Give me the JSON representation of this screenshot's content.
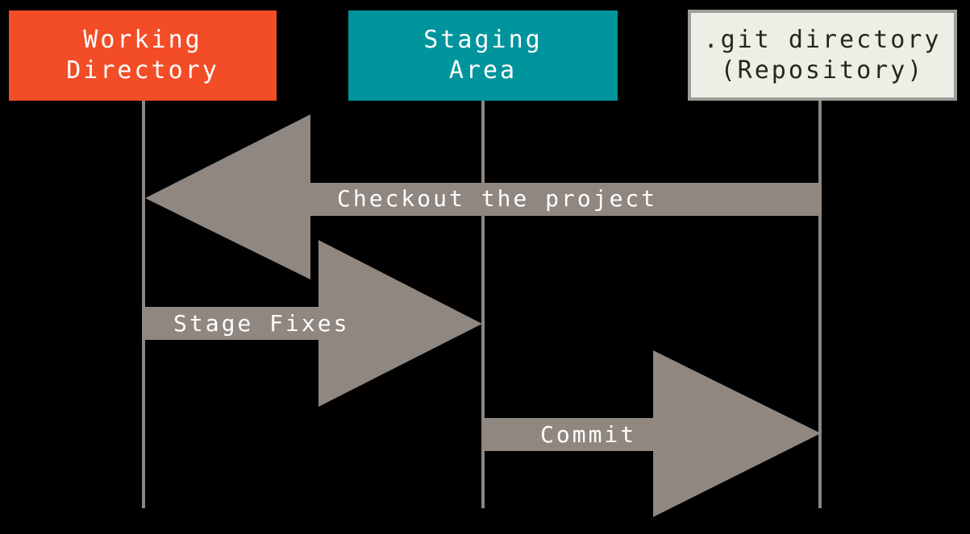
{
  "diagram": {
    "background": "#000000",
    "boxes": [
      {
        "id": "working-directory",
        "line1": "Working",
        "line2": "Directory",
        "fill": "#f24d27",
        "text_color": "#ffffff"
      },
      {
        "id": "staging-area",
        "line1": "Staging",
        "line2": "Area",
        "fill": "#00949c",
        "text_color": "#ffffff"
      },
      {
        "id": "git-directory",
        "line1": ".git directory",
        "line2": "(Repository)",
        "fill": "#efeee6",
        "border_color": "#9d9d99",
        "text_color": "#26261f"
      }
    ],
    "arrows": [
      {
        "id": "checkout",
        "label": "Checkout the project",
        "direction": "left"
      },
      {
        "id": "stage-fixes",
        "label": "Stage Fixes",
        "direction": "right"
      },
      {
        "id": "commit",
        "label": "Commit",
        "direction": "right"
      }
    ],
    "colors": {
      "arrow_fill": "#8f8780",
      "lifeline": "#8b8680",
      "arrow_label_text": "#ffffff"
    }
  }
}
